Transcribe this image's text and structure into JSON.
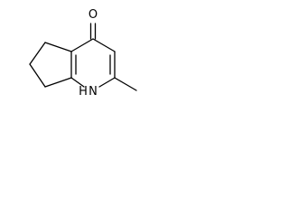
{
  "molecule": {
    "atoms": {
      "oxygen": "O",
      "nitrogen": "N",
      "hydrogen": "H"
    }
  }
}
